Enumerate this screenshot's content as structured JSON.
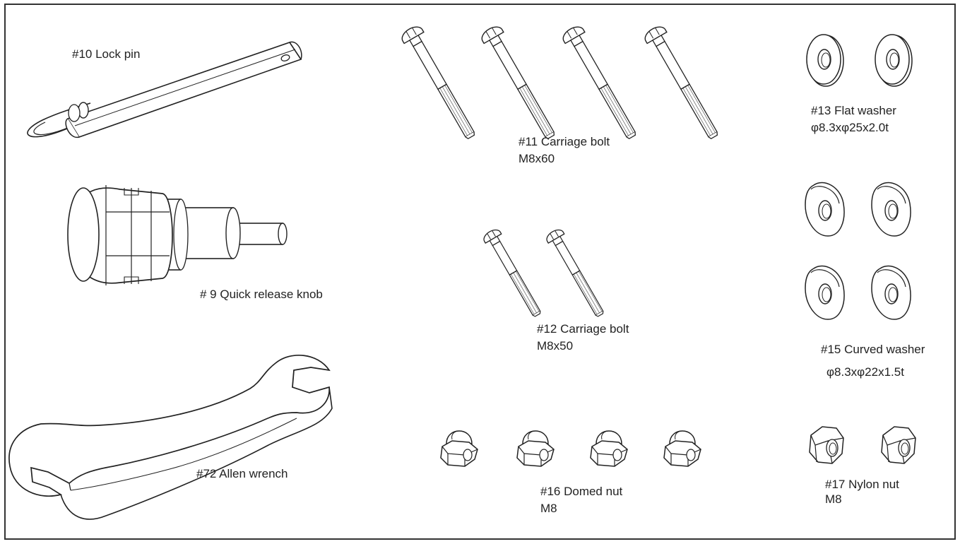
{
  "frame": {
    "stroke": "#333333",
    "line": "#222222",
    "fill": "#ffffff"
  },
  "parts": {
    "p10": {
      "name": "#10 Lock pin",
      "icon": "lock-pin-icon",
      "count": 1
    },
    "p11": {
      "name": "#11 Carriage bolt",
      "size": "M8x60",
      "icon": "carriage-bolt-icon",
      "count": 4
    },
    "p13": {
      "name": "#13 Flat washer",
      "size": "φ8.3xφ25x2.0t",
      "icon": "flat-washer-icon",
      "count": 2
    },
    "p9": {
      "name": "# 9 Quick release knob",
      "icon": "quick-release-knob-icon",
      "count": 1
    },
    "p12": {
      "name": "#12 Carriage bolt",
      "size": "M8x50",
      "icon": "carriage-bolt-icon",
      "count": 2
    },
    "p15": {
      "name": "#15 Curved washer",
      "size": "φ8.3xφ22x1.5t",
      "icon": "curved-washer-icon",
      "count": 4
    },
    "p72": {
      "name": "#72 Allen wrench",
      "icon": "wrench-icon",
      "count": 1
    },
    "p16": {
      "name": "#16 Domed nut",
      "size": "M8",
      "icon": "domed-nut-icon",
      "count": 4
    },
    "p17": {
      "name": "#17 Nylon nut",
      "size": "M8",
      "icon": "nylon-nut-icon",
      "count": 2
    }
  }
}
